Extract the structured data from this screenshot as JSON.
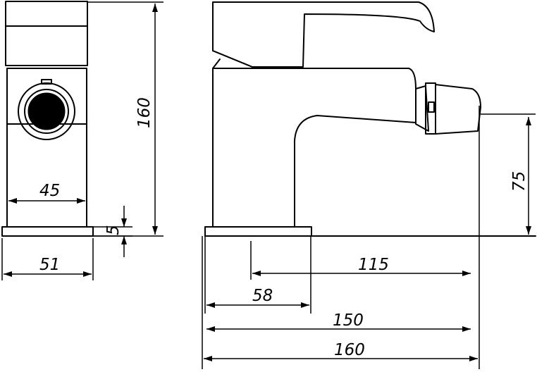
{
  "dimensions": {
    "side_width": "51",
    "side_body_width": "45",
    "base_height": "5",
    "total_height": "160",
    "spout_height": "75",
    "spout_reach": "115",
    "base_width": "58",
    "body_reach": "150",
    "total_length": "160"
  },
  "colors": {
    "line": "#000000",
    "background": "#ffffff"
  }
}
